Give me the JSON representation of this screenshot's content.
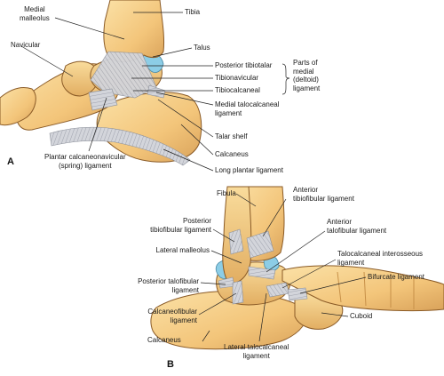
{
  "panels": {
    "a": "A",
    "b": "B"
  },
  "labels_a": {
    "tibia": "Tibia",
    "medial_malleolus": "Medial\nmalleolus",
    "navicular": "Navicular",
    "talus": "Talus",
    "posterior_tibiotalar": "Posterior tibiotalar",
    "tibionavicular": "Tibionavicular",
    "tibiocalcaneal": "Tibiocalcaneal",
    "deltoid_group": "Parts of\nmedial\n(deltoid)\nligament",
    "medial_talocalcaneal": "Medial talocalcaneal\nligament",
    "talar_shelf": "Talar shelf",
    "calcaneus": "Calcaneus",
    "long_plantar": "Long plantar ligament",
    "spring_ligament": "Plantar calcaneonavicular\n(spring) ligament"
  },
  "labels_b": {
    "fibula": "Fibula",
    "anterior_tibiofibular": "Anterior\ntibiofibular ligament",
    "posterior_tibiofibular": "Posterior\ntibiofibular ligament",
    "anterior_talofibular": "Anterior\ntalofibular ligament",
    "lateral_malleolus": "Lateral malleolus",
    "talocalcaneal_interosseous": "Talocalcaneal interosseous\nligament",
    "posterior_talofibular": "Posterior talofibular\nligament",
    "bifurcate": "Bifurcate ligament",
    "calcaneofibular": "Calcaneofibular\nligament",
    "cuboid": "Cuboid",
    "calcaneus": "Calcaneus",
    "lateral_talocalcaneal": "Lateral talocalcaneal\nligament"
  },
  "colors": {
    "bone": "#f6cf86",
    "bone_shade": "#dba65a",
    "bone_outline": "#8a5a26",
    "ligament": "#c9ccd3",
    "ligament_line": "#8b8f99",
    "cartilage": "#8ccde6",
    "leader": "#222222"
  }
}
